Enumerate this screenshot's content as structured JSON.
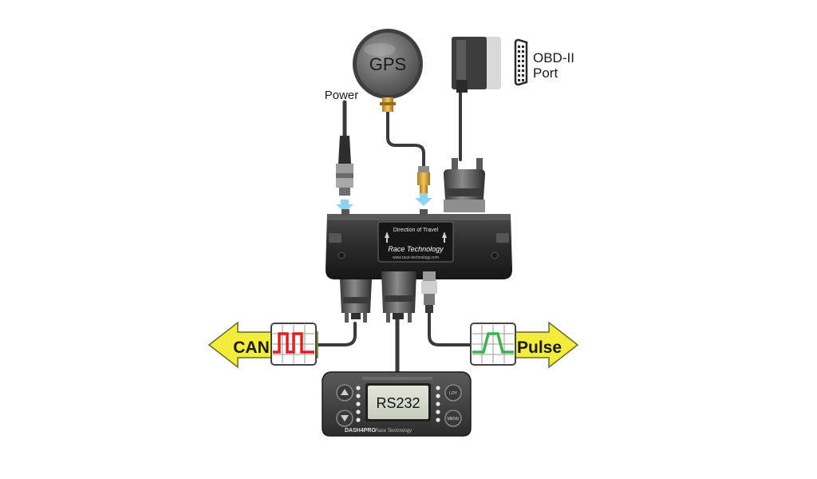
{
  "labels": {
    "gps": "GPS",
    "power": "Power",
    "obd_line1": "OBD-II",
    "obd_line2": "Port",
    "can": "CAN",
    "pulse": "Pulse",
    "rs232": "RS232"
  },
  "unit": {
    "direction": "Direction of Travel",
    "brand": "Race Technology",
    "url": "www.race-technology.com"
  },
  "display": {
    "model": "DASH4PRO",
    "brand": "Race Technology",
    "btn_top": "LOY",
    "btn_bottom": "MENU"
  },
  "colors": {
    "arrow_fill": "#f2ec3a",
    "can_wave": "#d9231f",
    "pulse_wave": "#3cb44b",
    "hint_arrow": "#8fd3f0",
    "cable": "#3a3a3a",
    "body": "#2b2b2b",
    "gold": "#d8a43a"
  }
}
